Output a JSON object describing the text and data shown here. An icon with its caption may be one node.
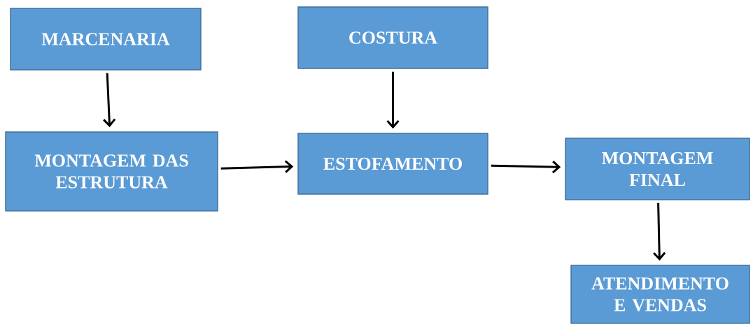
{
  "diagram": {
    "nodes": [
      {
        "text": [
          "MARCENARIA"
        ]
      },
      {
        "text": [
          "MONTAGEM DAS ESTRUTURA"
        ]
      },
      {
        "text": [
          "COSTURA"
        ]
      },
      {
        "text": [
          "ESTOFAMENTO"
        ]
      },
      {
        "text": [
          "MONTAGEM FINAL"
        ]
      },
      {
        "text": [
          "ATENDIMENTO E VENDAS"
        ]
      }
    ],
    "edges": [
      {
        "from": 0,
        "to": 1,
        "arrow": "to"
      },
      {
        "from": 2,
        "to": 3,
        "arrow": "to"
      },
      {
        "from": 1,
        "to": 3,
        "arrow": "to"
      },
      {
        "from": 3,
        "to": 4,
        "arrow": "to"
      },
      {
        "from": 4,
        "to": 5,
        "arrow": "to"
      }
    ]
  }
}
